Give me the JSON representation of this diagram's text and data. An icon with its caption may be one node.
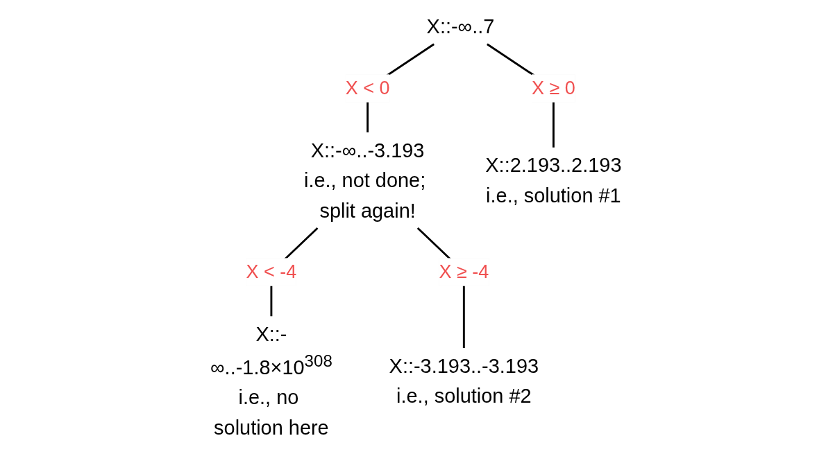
{
  "diagram": {
    "nodes": [
      {
        "text": [
          "X::-∞..7"
        ]
      },
      {
        "text": [
          "X::-∞..-3.193",
          "i.e., not done; split again!"
        ]
      },
      {
        "text": [
          "X::2.193..2.193",
          "i.e., solution #1"
        ]
      },
      {
        "text": [
          "X::-∞..-1.8×10$^{308}$",
          "i.e., no solution here"
        ]
      },
      {
        "text": [
          "X::-3.193..-3.193",
          "i.e., solution #2"
        ]
      }
    ],
    "edges": [
      {
        "from": 0,
        "to": 1,
        "arrow": "none",
        "label": "X < 0"
      },
      {
        "from": 0,
        "to": 2,
        "arrow": "none",
        "label": "X ≥ 0"
      },
      {
        "from": 1,
        "to": 3,
        "arrow": "none",
        "label": "X < -4"
      },
      {
        "from": 1,
        "to": 4,
        "arrow": "none",
        "label": "X ≥ -4"
      }
    ]
  }
}
